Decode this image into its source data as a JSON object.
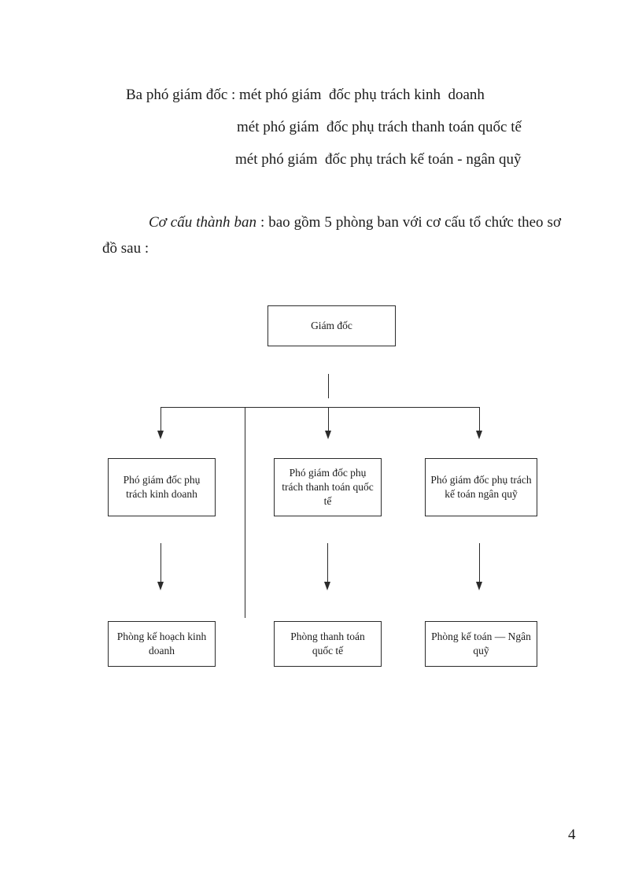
{
  "document": {
    "intro_lines": [
      "Ba phó giám đốc : mét phó giám  đốc phụ trách kinh  doanh",
      "mét phó giám  đốc phụ trách thanh toán quốc tế",
      "mét phó giám  đốc phụ trách kế toán - ngân quỹ"
    ],
    "paragraph": {
      "italic_lead": "Cơ cấu thành ban",
      "body": " : bao gồm 5 phòng ban với cơ cấu tổ chức theo sơ đồ sau :"
    },
    "page_number": "4"
  },
  "org_chart": {
    "root_label": "Giám đốc",
    "level2_labels": [
      "Phó giám đốc phụ trách kinh doanh",
      "Phó giám đốc phụ trách thanh toán quốc tế",
      "Phó giám đốc phụ trách kế toán ngân quỹ"
    ],
    "level3_labels": [
      "Phòng kế hoạch kinh doanh",
      "Phòng thanh toán quốc tế",
      "Phòng kế toán — Ngân quỹ"
    ]
  },
  "colors": {
    "text": "#1c1c1c",
    "line": "#2b2b2b",
    "background": "#ffffff"
  }
}
